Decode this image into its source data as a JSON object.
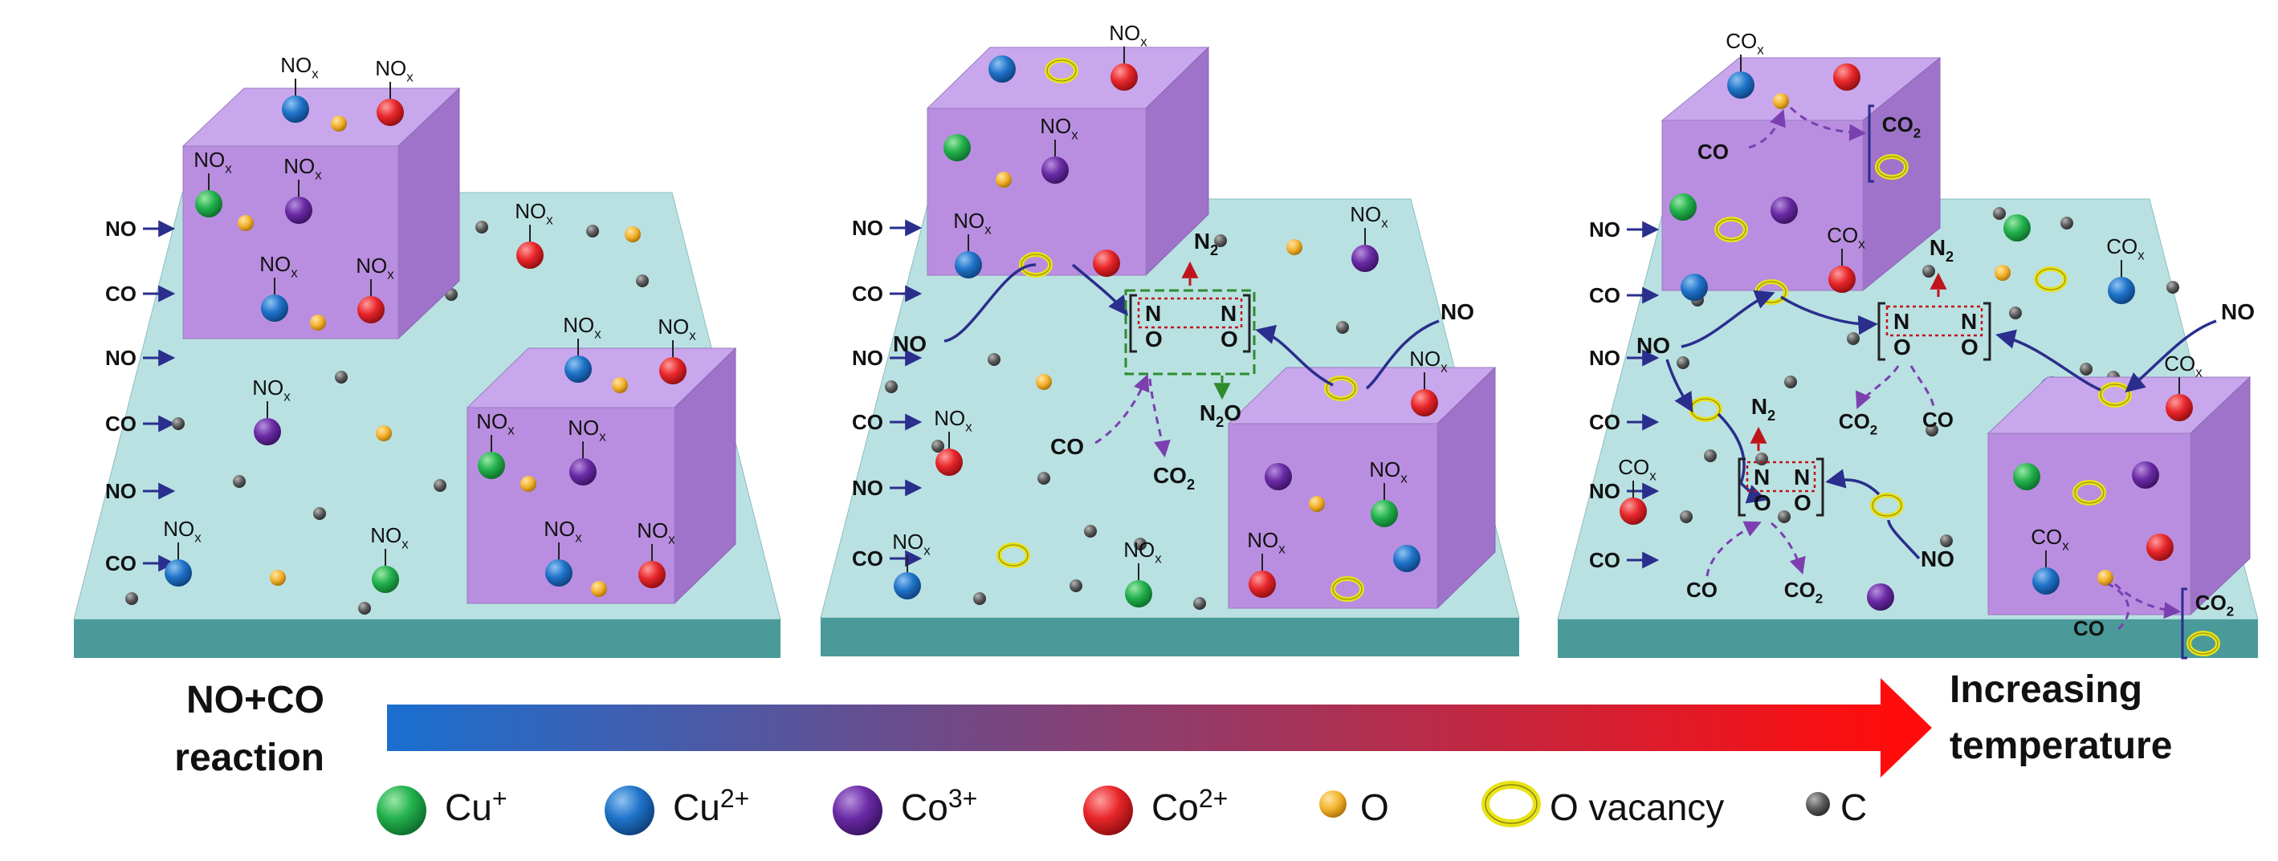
{
  "left_label_line1": "NO+CO",
  "left_label_line2": "reaction",
  "right_label_line1": "Increasing",
  "right_label_line2": "temperature",
  "inflow": {
    "no": "NO",
    "co": "CO"
  },
  "species": {
    "nox_main": "NO",
    "nox_sub": "x",
    "cox_main": "CO",
    "cox_sub": "x",
    "no": "NO",
    "co": "CO",
    "n": "N",
    "o": "O",
    "n2_main": "N",
    "n2_sub": "2",
    "co2_main": "CO",
    "co2_sub": "2",
    "n2o_main": "N",
    "n2o_sub": "2",
    "n2o_tail": "O"
  },
  "legend": [
    {
      "label": "Cu",
      "sup": "+",
      "color": "#22b14c",
      "kind": "ball"
    },
    {
      "label": "Cu",
      "sup": "2+",
      "color": "#1f73c9",
      "kind": "ball"
    },
    {
      "label": "Co",
      "sup": "3+",
      "color": "#6a2aa5",
      "kind": "ball"
    },
    {
      "label": "Co",
      "sup": "2+",
      "color": "#e8262a",
      "kind": "ball"
    },
    {
      "label": "O",
      "sup": "",
      "color": "#f2b12c",
      "kind": "small"
    },
    {
      "label": "O vacancy",
      "sup": "",
      "color": "#e8e21a",
      "kind": "ring"
    },
    {
      "label": "C",
      "sup": "",
      "color": "#5a5a5a",
      "kind": "small"
    }
  ],
  "colors": {
    "cube_front": "#b98ee0",
    "cube_top": "#c9a7ec",
    "cube_side": "#9e73c9",
    "surface": "#b9e1e2",
    "base": "#4a9a9a",
    "arrow_start": "#1a6fd0",
    "arrow_end": "#ff0d0d",
    "mechanism_dark": "#2a2e8c",
    "n2_red": "#c0141b",
    "co2_purple": "#7b3fb0",
    "n2o_green": "#2e8b2e"
  }
}
